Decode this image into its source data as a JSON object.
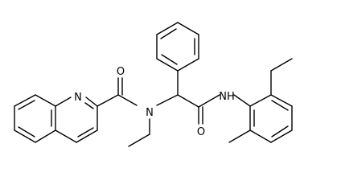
{
  "molecule": {
    "atom_labels": {
      "quinoline_n": "N",
      "carbonyl_o1": "O",
      "amide_n": "N",
      "carbonyl_o2": "O",
      "anilide_nh": "NH"
    }
  }
}
